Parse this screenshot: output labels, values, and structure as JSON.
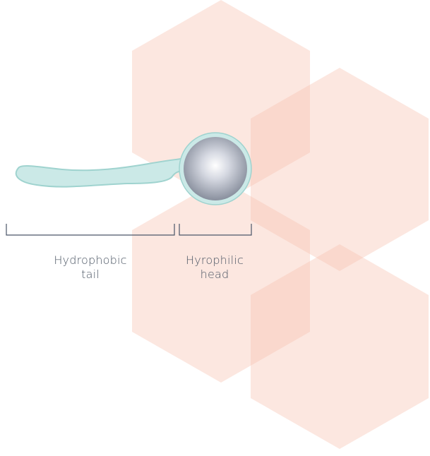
{
  "colors": {
    "hexagon_fill": "#f7bfae",
    "tail_fill": "#cbe9e7",
    "tail_stroke": "#9fd3cf",
    "head_ring": "#cbe9e7",
    "head_center": "#ffffff",
    "head_edge": "#7d8493",
    "bracket": "#4a5568",
    "label_text": "#4b5563"
  },
  "labels": {
    "tail": {
      "line1": "Hydrophobic",
      "line2": "tail"
    },
    "head": {
      "line1": "Hyrophilic",
      "line2": "head"
    }
  }
}
